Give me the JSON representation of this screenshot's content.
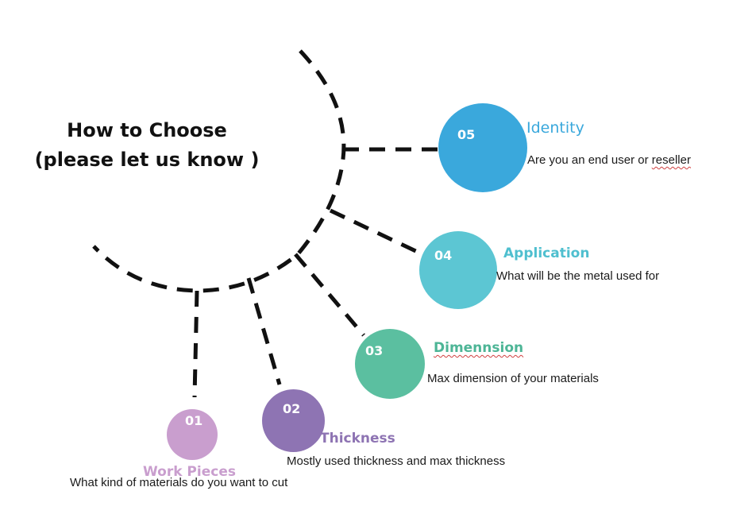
{
  "title": {
    "line1": "How to Choose",
    "line2": "(please let us know )"
  },
  "steps": [
    {
      "number": "01",
      "label": "Work Pieces",
      "description": "What kind of materials do you want to cut",
      "color": "#c99ece",
      "label_color": "#c99ece"
    },
    {
      "number": "02",
      "label": "Thickness",
      "description": "Mostly used thickness and max thickness",
      "color": "#8e74b3",
      "label_color": "#8e74b3"
    },
    {
      "number": "03",
      "label": "Dimennsion",
      "description": "Max dimension of your materials",
      "color": "#5bbfa0",
      "label_color": "#4db596"
    },
    {
      "number": "04",
      "label": "Application",
      "description": "What will be the metal used for",
      "color": "#5cc6d3",
      "label_color": "#4fbfcf"
    },
    {
      "number": "05",
      "label": "Identity",
      "description_main": "Are you an end user or ",
      "description_last": "reseller",
      "color": "#3aa8dc",
      "label_color": "#3aa8dc"
    }
  ]
}
